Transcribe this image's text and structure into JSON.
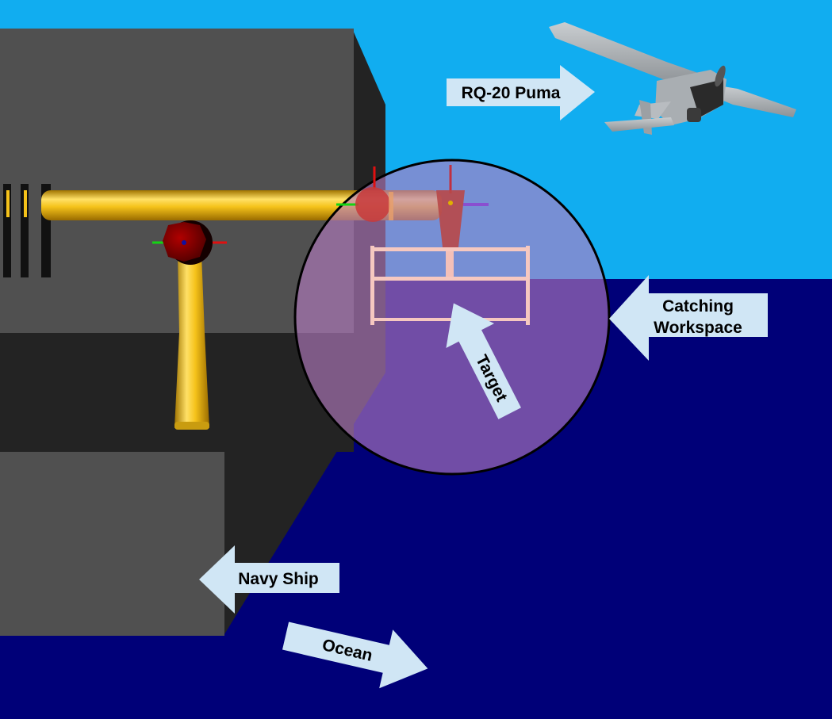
{
  "labels": {
    "puma": "RQ-20 Puma",
    "workspace_line1": "Catching",
    "workspace_line2": "Workspace",
    "target": "Target",
    "ship": "Navy Ship",
    "ocean": "Ocean"
  },
  "colors": {
    "sky": "#11adf0",
    "ocean": "#000078",
    "ship_face": "#505050",
    "ship_dark": "#232323",
    "arm_gold": "#f2c21f",
    "joint_red": "#8a0000",
    "workspace_fill": "#b77cc4",
    "callout_fill": "#d0e6f5"
  }
}
